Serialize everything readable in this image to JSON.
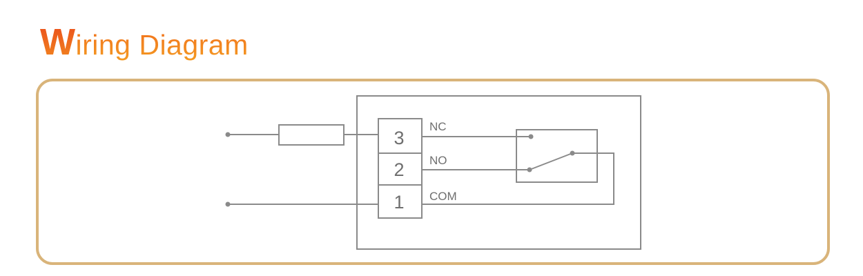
{
  "title": {
    "initial": "W",
    "rest": "iring Diagram"
  },
  "terminals": {
    "t3": {
      "number": "3",
      "label": "NC"
    },
    "t2": {
      "number": "2",
      "label": "NO"
    },
    "t1": {
      "number": "1",
      "label": "COM"
    }
  },
  "colors": {
    "title_start": "#f06a1c",
    "title_end": "#f49a22",
    "frame_border": "#d9b47a",
    "line": "#8a8a8a",
    "text": "#6f6f6f"
  }
}
